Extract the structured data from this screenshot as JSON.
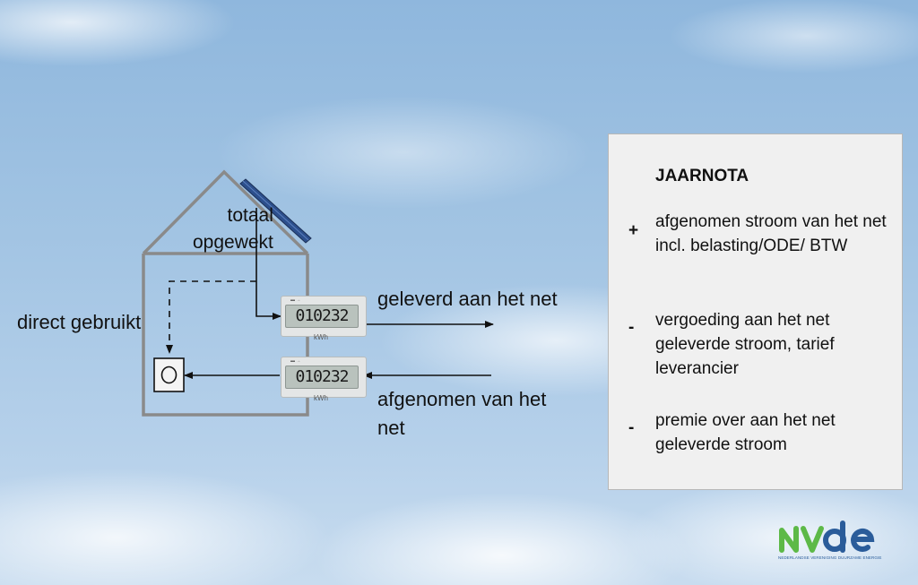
{
  "diagram": {
    "label_total": "totaal\nopgewekt",
    "label_direct": "direct gebruikt",
    "label_delivered": "geleverd aan het net",
    "label_taken": "afgenomen van het\nnet",
    "meter_top": {
      "reading": "010232",
      "unit": "kWh"
    },
    "meter_bottom": {
      "reading": "010232",
      "unit": "kWh"
    }
  },
  "panel": {
    "title": "JAARNOTA",
    "items": [
      {
        "sign": "+",
        "text": "afgenomen stroom van het net incl. belasting/ODE/ BTW"
      },
      {
        "sign": "-",
        "text": "vergoeding aan het net geleverde stroom, tarief leverancier"
      },
      {
        "sign": "-",
        "text": "premie over aan het net geleverde stroom"
      }
    ]
  },
  "logo": {
    "name": "nvde",
    "subtitle": "NEDERLANDSE VERENIGING DUURZAME ENERGIE",
    "colors": {
      "green": "#5db947",
      "blue": "#2a5c9a"
    }
  }
}
